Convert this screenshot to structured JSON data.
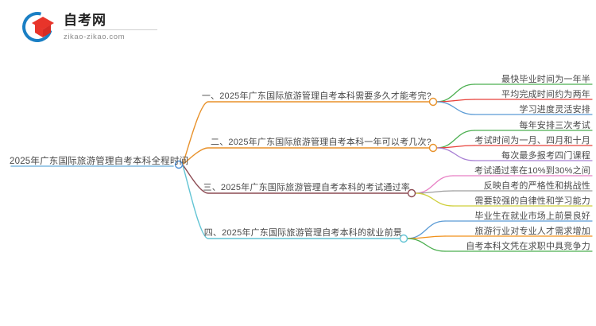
{
  "logo": {
    "title": "自考网",
    "subtitle": "zikao-zikao.com",
    "arc_color": "#1a7fc4",
    "cap_color": "#e8342a"
  },
  "mindmap": {
    "root": {
      "label": "2025年广东国际旅游管理自考本科全程时间",
      "underline_color": "#7fb8e0",
      "node_color": "#4a90d9"
    },
    "branches": [
      {
        "index": "1",
        "label": "一、2025年广东国际旅游管理自考本科需要多久才能考完?",
        "color": "#e8912a",
        "node_color": "#e8912a",
        "leaves": [
          {
            "label": "最快毕业时间为一年半",
            "color": "#4caf50"
          },
          {
            "label": "平均完成时间约为两年",
            "color": "#e8413a"
          },
          {
            "label": "学习进度灵活安排",
            "color": "#5b9bd5"
          }
        ]
      },
      {
        "index": "2",
        "label": "二、2025年广东国际旅游管理自考本科一年可以考几次?",
        "color": "#e8912a",
        "node_color": "#e8912a",
        "leaves": [
          {
            "label": "每年安排三次考试",
            "color": "#4caf50"
          },
          {
            "label": "考试时间为一月、四月和十月",
            "color": "#e8413a"
          },
          {
            "label": "每次最多报考四门课程",
            "color": "#a87fd4"
          }
        ]
      },
      {
        "index": "3",
        "label": "三、2025年广东国际旅游管理自考本科的考试通过率",
        "color": "#8c4a52",
        "node_color": "#8c4a52",
        "leaves": [
          {
            "label": "考试通过率在10%到30%之间",
            "color": "#e87fc4"
          },
          {
            "label": "反映自考的严格性和挑战性",
            "color": "#9e9e9e"
          },
          {
            "label": "需要较强的自律性和学习能力",
            "color": "#cfcf3a"
          }
        ]
      },
      {
        "index": "4",
        "label": "四、2025年广东国际旅游管理自考本科的就业前景",
        "color": "#62c4d4",
        "node_color": "#62c4d4",
        "leaves": [
          {
            "label": "毕业生在就业市场上前景良好",
            "color": "#5b9bd5"
          },
          {
            "label": "旅游行业对专业人才需求增加",
            "color": "#f0901a"
          },
          {
            "label": "自考本科文凭在求职中具竞争力",
            "color": "#4caf50"
          }
        ]
      }
    ]
  }
}
